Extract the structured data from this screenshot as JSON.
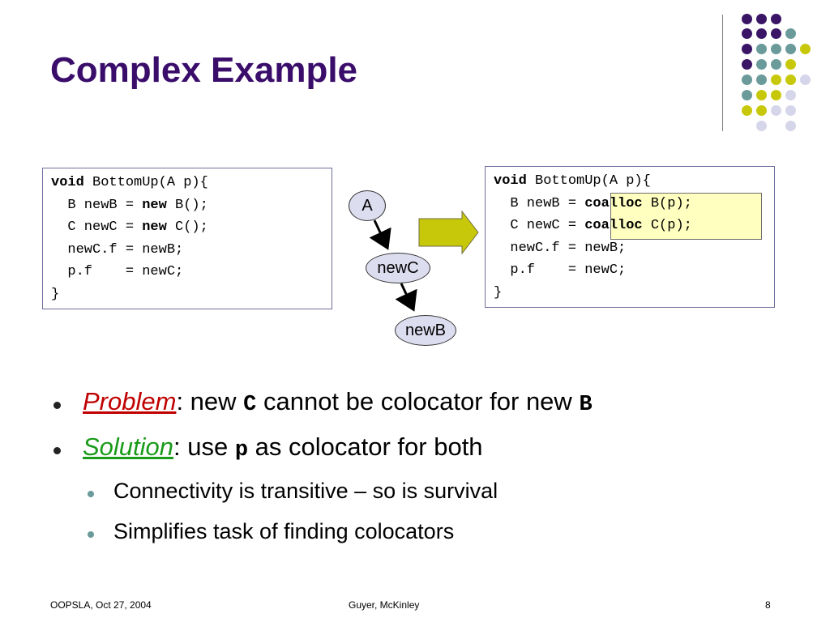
{
  "title": "Complex Example",
  "colors": {
    "title": "#3a0d6b",
    "problem": "#c00000",
    "solution": "#1a9b1a",
    "arrow": "#c8c80a",
    "node_fill": "#ddddf0",
    "highlight": "#ffffc0"
  },
  "left_code": {
    "kw_void": "void",
    "sig": " BottomUp(A p){",
    "l2a": "  B newB = ",
    "l2kw": "new",
    "l2b": " B();",
    "l3a": "  C newC = ",
    "l3kw": "new",
    "l3b": " C();",
    "l4": "  newC.f = newB;",
    "l5": "  p.f    = newC;",
    "l6": "}"
  },
  "right_code": {
    "kw_void": "void",
    "sig": " BottomUp(A p){",
    "l2a": "  B newB = ",
    "l2kw": "coalloc",
    "l2b": " B(p);",
    "l3a": "  C newC = ",
    "l3kw": "coalloc",
    "l3b": " C(p);",
    "l4": "  newC.f = newB;",
    "l5": "  p.f    = newC;",
    "l6": "}"
  },
  "graph": {
    "node_a": "A",
    "node_c": "newC",
    "node_b": "newB"
  },
  "bullets": {
    "b1": {
      "label": "Problem",
      "text1": ": new ",
      "code1": "C",
      "text2": " cannot be colocator for new ",
      "code2": "B"
    },
    "b2": {
      "label": "Solution",
      "text1": ": use ",
      "code1": "p",
      "text2": " as colocator for both"
    },
    "sub1": "Connectivity is transitive – so is survival",
    "sub2": "Simplifies task of finding colocators"
  },
  "footer": {
    "left": "OOPSLA, Oct 27, 2004",
    "center": "Guyer, McKinley",
    "page": "8"
  }
}
